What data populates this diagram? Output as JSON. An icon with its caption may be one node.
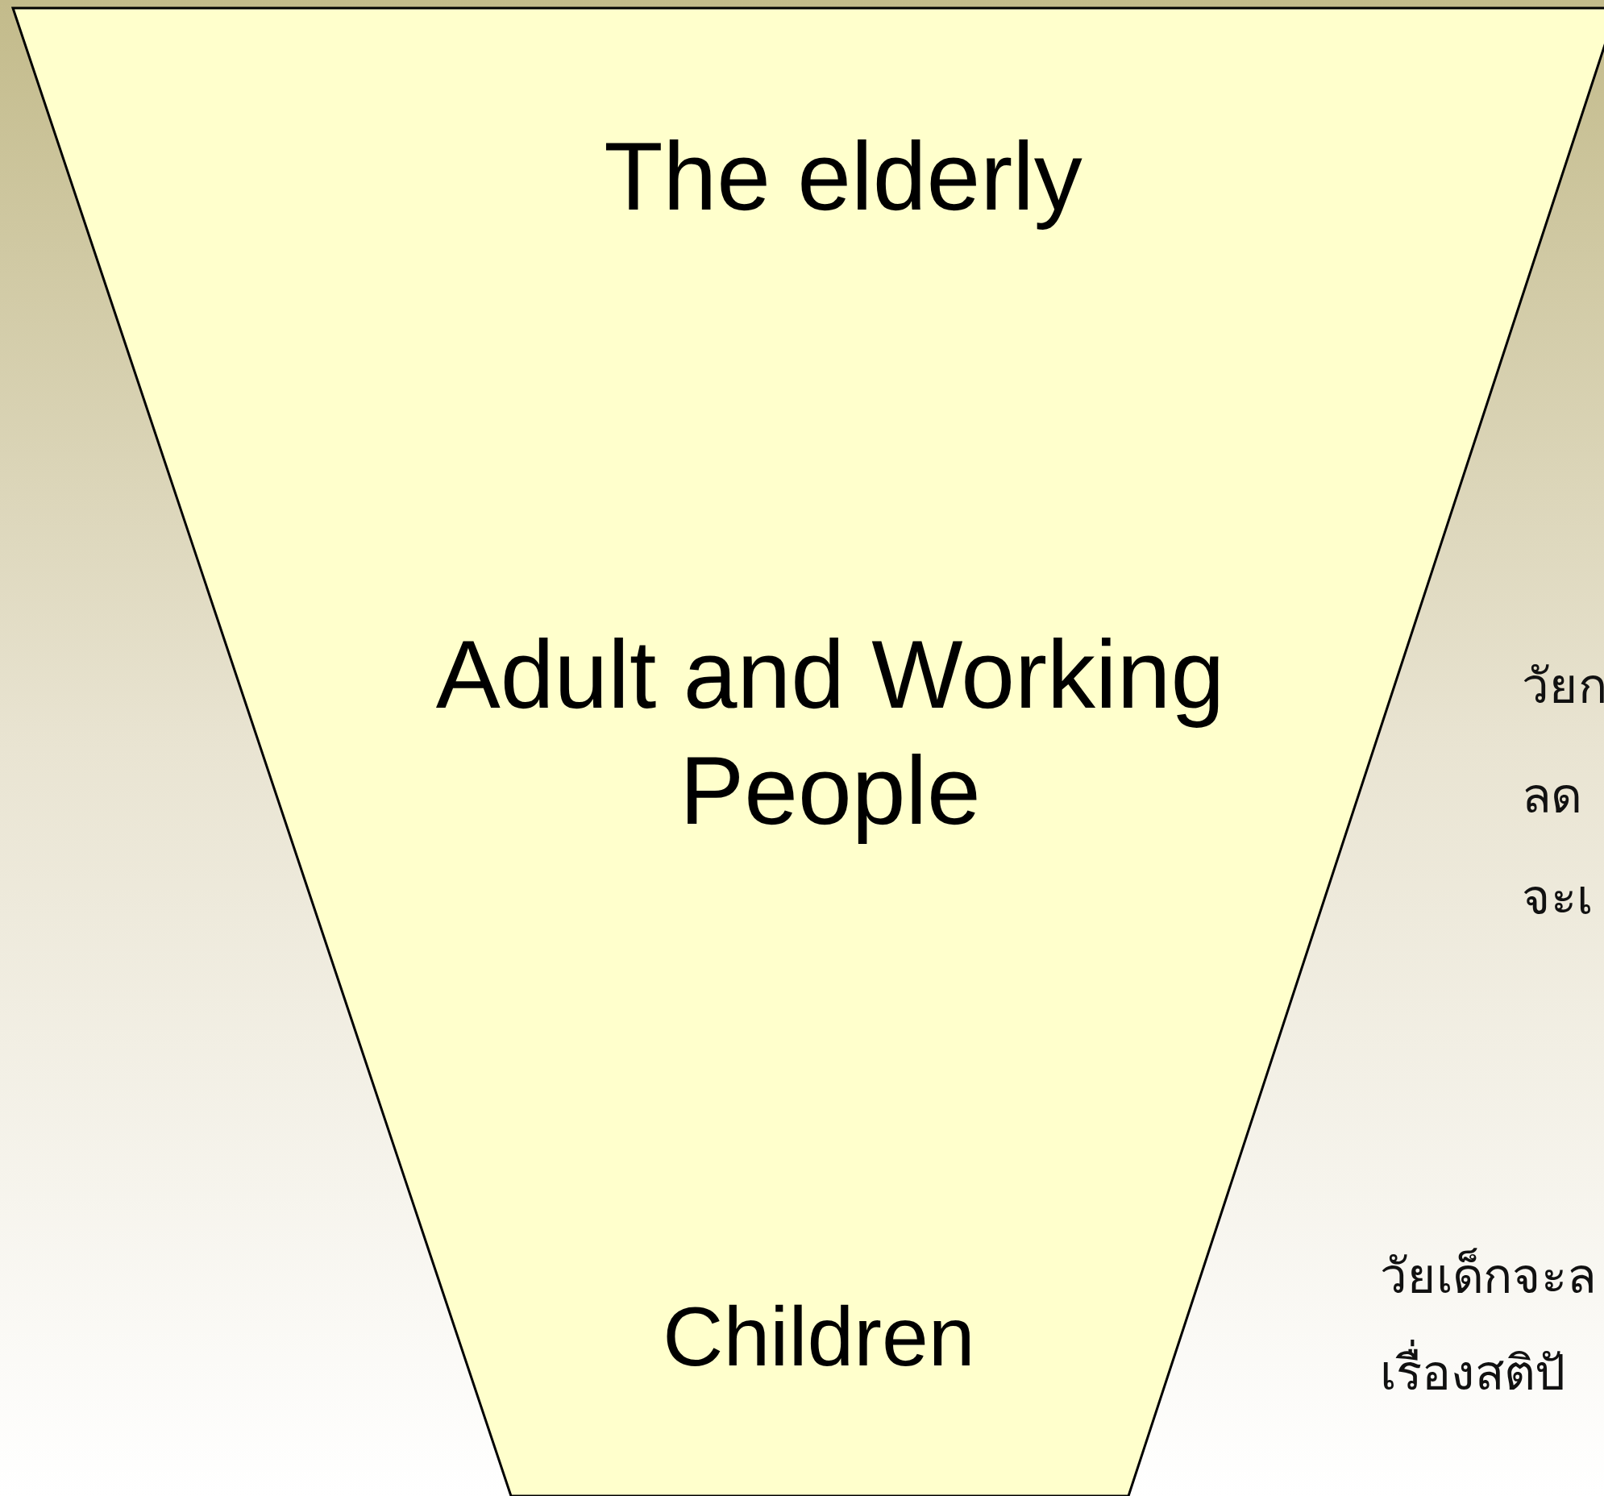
{
  "diagram": {
    "nodes": [
      {
        "text": [
          "The elderly",
          "Adult and Working People",
          "Children"
        ]
      }
    ],
    "labels": [
      "วัยก",
      "ลด",
      "จะเ",
      "วัยเด็กจะล",
      "เรื่องสติปั"
    ]
  }
}
